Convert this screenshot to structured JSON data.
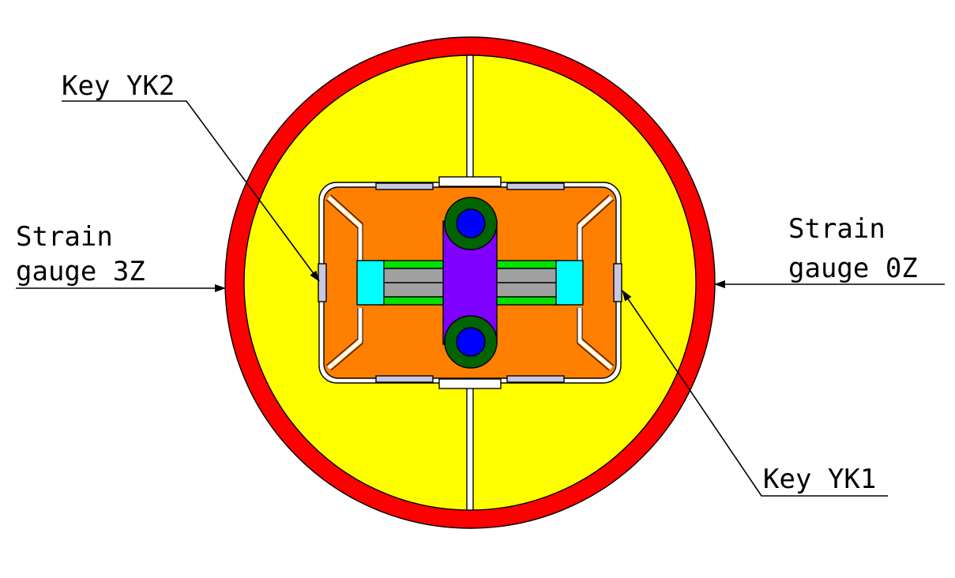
{
  "labels": {
    "key_yk2": "Key YK2",
    "key_yk1": "Key YK1",
    "gauge_3z_line1": "Strain",
    "gauge_3z_line2": "gauge 3Z",
    "gauge_0z_line1": "Strain",
    "gauge_0z_line2": "gauge 0Z"
  },
  "colors": {
    "outer_shell": "#ff0000",
    "yoke": "#ffff00",
    "collar": "#ff8000",
    "center_post": "#8000ff",
    "pin_ring": "#006400",
    "pin": "#0000ff",
    "shim": "#00ffff",
    "bar_green": "#00e000",
    "bar_gray": "#a0a0a0",
    "key": "#c8c8e0"
  }
}
